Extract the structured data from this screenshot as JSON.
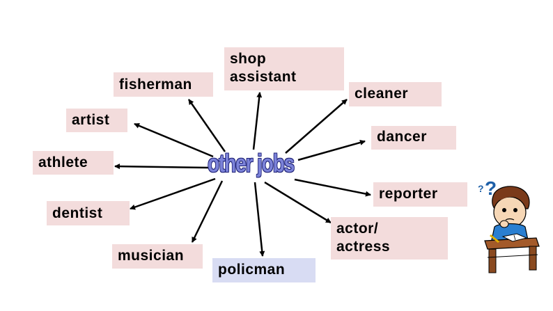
{
  "diagram": {
    "center_label": "other jobs",
    "jobs": {
      "shop_assistant": "shop\nassistant",
      "fisherman": "fisherman",
      "cleaner": "cleaner",
      "artist": "artist",
      "dancer": "dancer",
      "athlete": "athlete",
      "reporter": "reporter",
      "dentist": "dentist",
      "actor_actress": "actor/\nactress",
      "musician": "musician",
      "policman": "policman"
    }
  },
  "colors": {
    "box_fill": "#f3dcdc",
    "highlight_box_fill": "#d8dcf3",
    "center_text": "#7b82d8",
    "arrow": "#000000"
  },
  "illustration": {
    "name": "thinking-boy-at-desk",
    "marks": "?"
  }
}
